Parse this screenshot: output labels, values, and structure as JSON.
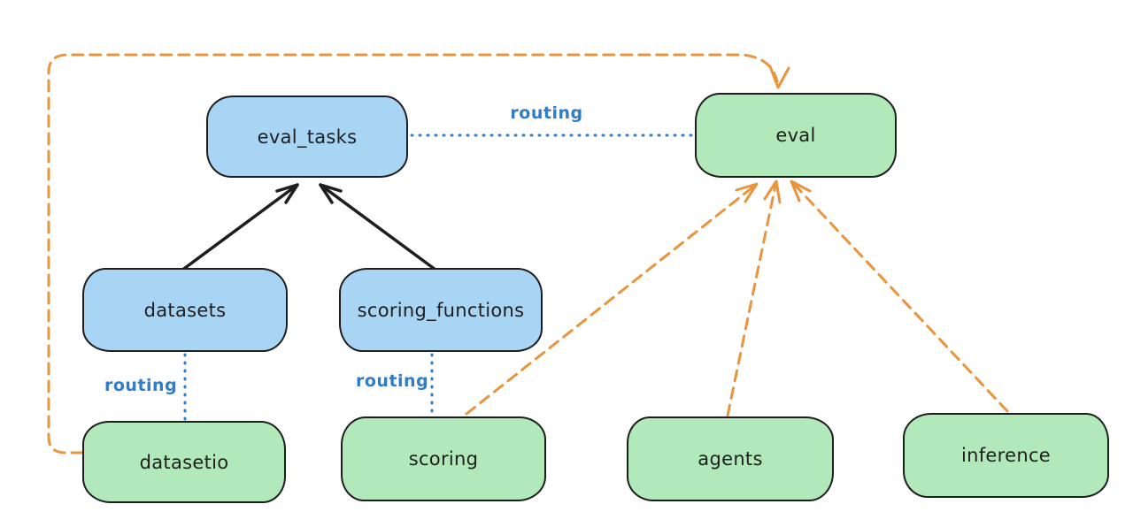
{
  "diagram": {
    "nodes": [
      {
        "id": "eval_tasks",
        "label": "eval_tasks",
        "color": "blue"
      },
      {
        "id": "eval",
        "label": "eval",
        "color": "green"
      },
      {
        "id": "datasets",
        "label": "datasets",
        "color": "blue"
      },
      {
        "id": "scoring_functions",
        "label": "scoring_functions",
        "color": "blue"
      },
      {
        "id": "datasetio",
        "label": "datasetio",
        "color": "green"
      },
      {
        "id": "scoring",
        "label": "scoring",
        "color": "green"
      },
      {
        "id": "agents",
        "label": "agents",
        "color": "green"
      },
      {
        "id": "inference",
        "label": "inference",
        "color": "green"
      }
    ],
    "edges": [
      {
        "from": "datasets",
        "to": "eval_tasks",
        "style": "solid",
        "color": "black",
        "label": ""
      },
      {
        "from": "scoring_functions",
        "to": "eval_tasks",
        "style": "solid",
        "color": "black",
        "label": ""
      },
      {
        "from": "eval_tasks",
        "to": "eval",
        "style": "dotted",
        "color": "blue",
        "label": "routing"
      },
      {
        "from": "datasets",
        "to": "datasetio",
        "style": "dotted",
        "color": "blue",
        "label": "routing"
      },
      {
        "from": "scoring_functions",
        "to": "scoring",
        "style": "dotted",
        "color": "blue",
        "label": "routing"
      },
      {
        "from": "datasetio",
        "to": "eval",
        "style": "dashed",
        "color": "orange",
        "label": ""
      },
      {
        "from": "scoring",
        "to": "eval",
        "style": "dashed",
        "color": "orange",
        "label": ""
      },
      {
        "from": "agents",
        "to": "eval",
        "style": "dashed",
        "color": "orange",
        "label": ""
      },
      {
        "from": "inference",
        "to": "eval",
        "style": "dashed",
        "color": "orange",
        "label": ""
      }
    ],
    "colors": {
      "stroke": "#1e1e1e",
      "blue_fill": "#a9d5f5",
      "green_fill": "#b2e9ba",
      "routing_blue": "#2f7cc9",
      "orange": "#e9953e",
      "background": "#ffffff",
      "text": "#1e1e1e"
    }
  }
}
